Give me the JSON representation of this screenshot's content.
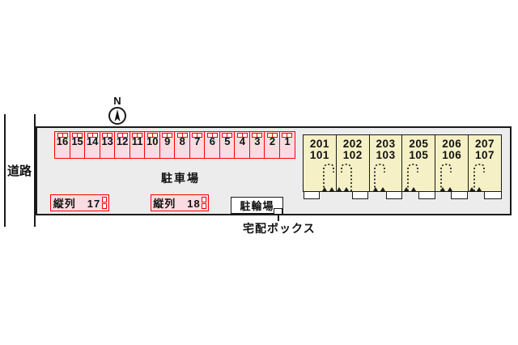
{
  "colors": {
    "line": "#1a1a1a",
    "site_fill": "#ececec",
    "parking_fill": "#f9dce2",
    "parking_border": "#ff0000",
    "building_fill": "#f5f0c5"
  },
  "road": {
    "label": "道路"
  },
  "compass": {
    "label": "N"
  },
  "parking": {
    "area_label": "駐車場",
    "spaces": [
      {
        "label": "16"
      },
      {
        "label": "15"
      },
      {
        "label": "14"
      },
      {
        "label": "13"
      },
      {
        "label": "12"
      },
      {
        "label": "11"
      },
      {
        "label": "10"
      },
      {
        "label": "9"
      },
      {
        "label": "8"
      },
      {
        "label": "7"
      },
      {
        "label": "6"
      },
      {
        "label": "5"
      },
      {
        "label": "4"
      },
      {
        "label": "3"
      },
      {
        "label": "2"
      },
      {
        "label": "1"
      }
    ],
    "tandem_rows": [
      {
        "label": "縦列　17"
      },
      {
        "label": "縦列　18"
      }
    ]
  },
  "bicycle": {
    "label": "駐輪場"
  },
  "delivery": {
    "label": "宅配ボックス"
  },
  "building": {
    "units": [
      {
        "upper": "201",
        "lower": "101"
      },
      {
        "upper": "202",
        "lower": "102"
      },
      {
        "upper": "203",
        "lower": "103"
      },
      {
        "upper": "205",
        "lower": "105"
      },
      {
        "upper": "206",
        "lower": "106"
      },
      {
        "upper": "207",
        "lower": "107"
      }
    ]
  }
}
